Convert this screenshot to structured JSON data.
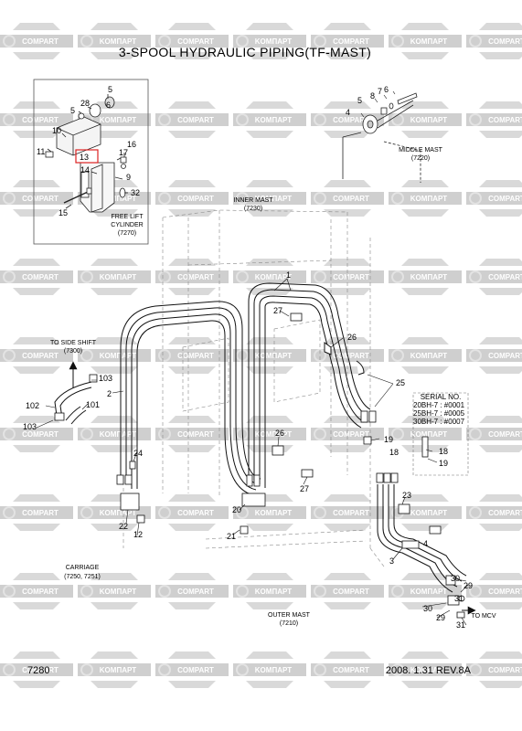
{
  "title": "3-SPOOL HYDRAULIC PIPING(TF-MAST)",
  "page_number": "7280",
  "revision": "2008. 1.31 REV.8A",
  "watermark": {
    "a": "KOMПAPT",
    "b": "COMPART"
  },
  "notes": {
    "free_lift_line1": "FREE LIFT",
    "free_lift_line2": "CYLINDER",
    "free_lift_ref": "(7270)",
    "middle_mast": "MIDDLE MAST",
    "middle_mast_ref": "(7220)",
    "inner_mast": "INNER MAST",
    "inner_mast_ref": "(7230)",
    "side_shift": "TO SIDE SHIFT",
    "side_shift_ref": "(7300)",
    "carriage": "CARRIAGE",
    "carriage_ref": "(7250, 7251)",
    "outer_mast": "OUTER MAST",
    "outer_mast_ref": "(7210)",
    "to_mcv": "TO MCV"
  },
  "serial": {
    "heading": "SERIAL NO.",
    "rows": [
      "20BH-7 : #0001",
      "25BH-7 : #0005",
      "30BH-7 : #0007"
    ]
  },
  "callouts": {
    "c5a": "5",
    "c28": "28",
    "c6a": "6",
    "c5b": "5",
    "c10": "10",
    "c11": "11",
    "c13": "13",
    "c14": "14",
    "c17": "17",
    "c16": "16",
    "c9": "9",
    "c32": "32",
    "c15": "15",
    "c6b": "6",
    "c8": "8",
    "c7": "7",
    "c5c": "5",
    "c4a": "4",
    "c1": "1",
    "c27a": "27",
    "c26a": "26",
    "c25": "25",
    "c103a": "103",
    "c2": "2",
    "c101": "101",
    "c102": "102",
    "c103b": "103",
    "c24": "24",
    "c22": "22",
    "c12": "12",
    "c26b": "26",
    "c20": "20",
    "c21": "21",
    "c27b": "27",
    "c19a": "19",
    "c18a": "18",
    "c18b": "18",
    "c19b": "19",
    "c23": "23",
    "c4b": "4",
    "c3": "3",
    "c30a": "30",
    "c29a": "29",
    "c31a": "31",
    "c30b": "30",
    "c29b": "29",
    "c31b": "31"
  }
}
